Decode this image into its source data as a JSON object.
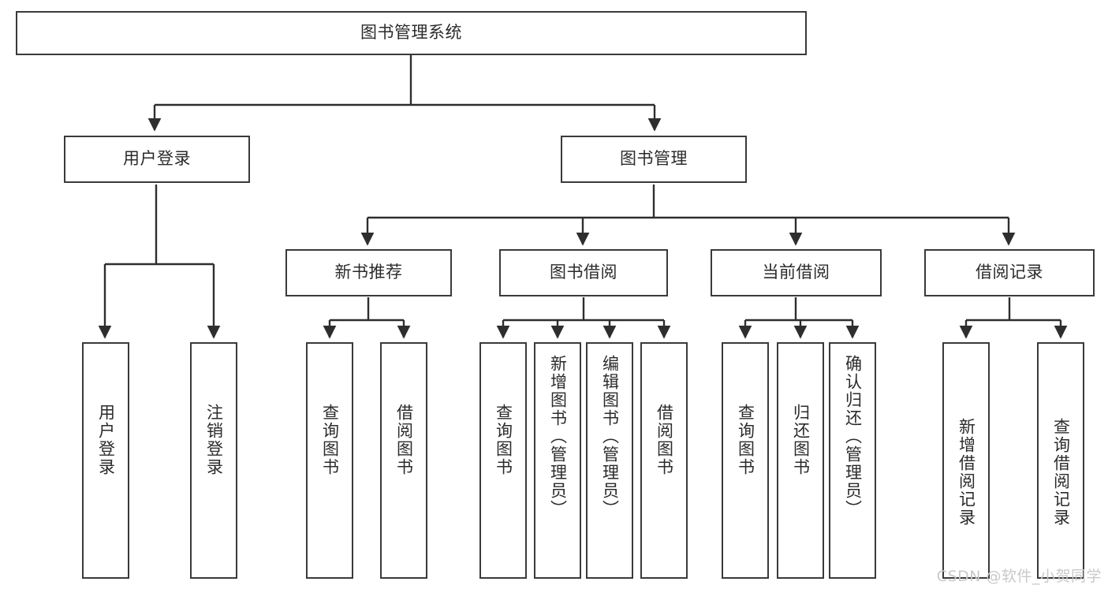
{
  "diagram": {
    "title_node": {
      "label": "图书管理系统"
    },
    "level1": [
      {
        "id": "user-login",
        "label": "用户登录"
      },
      {
        "id": "book-management",
        "label": "图书管理"
      }
    ],
    "level2": [
      {
        "id": "new-book-recommend",
        "label": "新书推荐"
      },
      {
        "id": "book-borrow",
        "label": "图书借阅"
      },
      {
        "id": "current-borrow",
        "label": "当前借阅"
      },
      {
        "id": "borrow-record",
        "label": "借阅记录"
      }
    ],
    "leaves": {
      "user_login": [
        {
          "id": "leaf-user-login",
          "label": "用户登录"
        },
        {
          "id": "leaf-logout-login",
          "label": "注销登录"
        }
      ],
      "new_book_recommend": [
        {
          "id": "leaf-query-book-1",
          "label": "查询图书"
        },
        {
          "id": "leaf-borrow-book-1",
          "label": "借阅图书"
        }
      ],
      "book_borrow": [
        {
          "id": "leaf-query-book-2",
          "label": "查询图书"
        },
        {
          "id": "leaf-add-book",
          "label": "新增图书（管理员）"
        },
        {
          "id": "leaf-edit-book",
          "label": "编辑图书（管理员）"
        },
        {
          "id": "leaf-borrow-book-2",
          "label": "借阅图书"
        }
      ],
      "current_borrow": [
        {
          "id": "leaf-query-book-3",
          "label": "查询图书"
        },
        {
          "id": "leaf-return-book",
          "label": "归还图书"
        },
        {
          "id": "leaf-confirm-return",
          "label": "确认归还（管理员）"
        }
      ],
      "borrow_record": [
        {
          "id": "leaf-add-record",
          "label": "新增借阅记录"
        },
        {
          "id": "leaf-query-record",
          "label": "查询借阅记录"
        }
      ]
    }
  },
  "watermark": {
    "text": "CSDN @软件_小贺同学"
  },
  "colors": {
    "border": "#3a3a3a",
    "text": "#2b2b2b",
    "background": "#ffffff",
    "watermark": "#c9c9c9"
  }
}
